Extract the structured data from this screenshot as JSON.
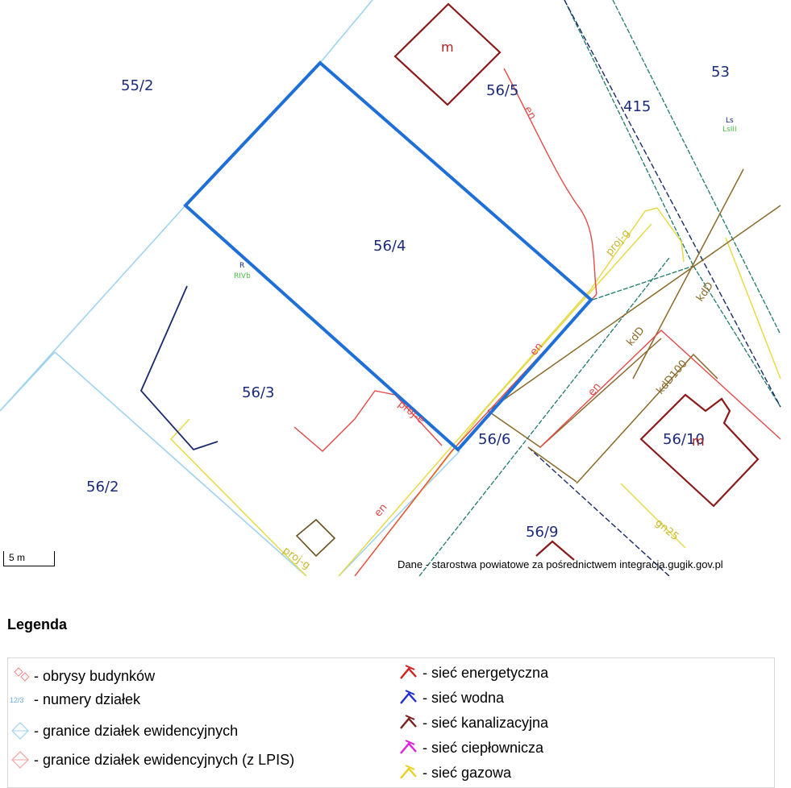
{
  "map": {
    "parcels": {
      "p55_2": "55/2",
      "p56_5": "56/5",
      "p415": "415",
      "p53": "53",
      "p56_4": "56/4",
      "p56_3": "56/3",
      "p56_6": "56/6",
      "p56_10": "56/10",
      "p56_2": "56/2",
      "p56_9": "56/9"
    },
    "building_marks": {
      "m_top": "m",
      "m_right": "m"
    },
    "landuse": {
      "ls": "Ls",
      "ls_class": "LsIII",
      "r": "R",
      "r_class": "RIVb"
    },
    "network_labels": {
      "en_top": "en",
      "en_mid": "en",
      "en_right": "en",
      "en_bottom": "en",
      "proj_g": "proj-g",
      "proj_e": "proj-e",
      "proj_g_bottom": "proj-g",
      "kdd": "kdD",
      "kdd_top": "kdD",
      "kdd100": "kdD100",
      "gn25": "gn25"
    },
    "scale_label": "5 m",
    "source": "Dane - starostwa powiatowe za pośrednictwem integracja.gugik.gov.pl"
  },
  "legend": {
    "title": "Legenda",
    "left": [
      {
        "label": "- obrysy budynków",
        "icon": "building-outline-icon"
      },
      {
        "label": "- numery działek",
        "icon": "parcel-number-icon",
        "sample": "12/3"
      },
      {
        "label": "- granice działek ewidencyjnych",
        "icon": "parcel-boundary-icon"
      },
      {
        "label": "- granice działek ewidencyjnych (z LPIS)",
        "icon": "lpis-boundary-icon"
      }
    ],
    "right": [
      {
        "label": "- sieć energetyczna",
        "icon": "power-network-icon",
        "color": "#d32020"
      },
      {
        "label": "- sieć wodna",
        "icon": "water-network-icon",
        "color": "#1f2fd0"
      },
      {
        "label": "- sieć kanalizacyjna",
        "icon": "sewer-network-icon",
        "color": "#7a1f1f"
      },
      {
        "label": "- sieć ciepłownicza",
        "icon": "heating-network-icon",
        "color": "#e020e0"
      },
      {
        "label": "- sieć gazowa",
        "icon": "gas-network-icon",
        "color": "#e8d020"
      }
    ]
  },
  "colors": {
    "selected_parcel": "#1f6fd8",
    "parcel_boundary": "#9fd3ef",
    "parcel_number": "#1b2a7a",
    "power": "#e24a4a",
    "gas": "#e6da4a",
    "sewer": "#8a6a2a",
    "building": "#8b1a1a",
    "water_dark": "#1a2a6a",
    "road_boundary": "#1d7a6a"
  }
}
